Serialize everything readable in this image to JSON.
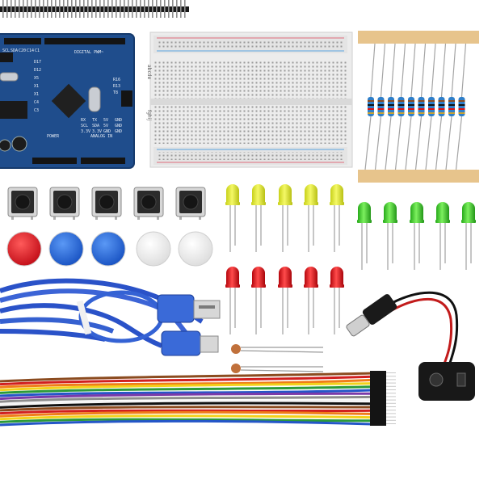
{
  "board": {
    "title": "DIGITAL PWM~",
    "power_label": "POWER",
    "analog_label": "ANALOG IN",
    "pin_labels_top": [
      "SCL",
      "SDA",
      "C20",
      "C14",
      "C1"
    ],
    "pin_labels_side": [
      "D17",
      "D12",
      "X5",
      "X1",
      "X1",
      "C4",
      "C3"
    ],
    "bottom_labels": [
      "RX",
      "TX",
      "5V",
      "GND"
    ],
    "bottom_labels_2": [
      "SCL",
      "SDA",
      "5V",
      "GND"
    ],
    "bottom_labels_3": [
      "3.3V",
      "3.3V",
      "GND",
      "GND"
    ],
    "r_labels": [
      "R16",
      "R13",
      "T8"
    ]
  },
  "breadboard": {
    "side_label_top": "abcde",
    "side_label_bottom": "fghij"
  },
  "colors": {
    "pcb": "#1f4d8c",
    "led_yellow": "#e3ea2b",
    "led_green": "#3fcf2a",
    "led_red": "#e11b1b",
    "cap_red": "#d9202a",
    "cap_blue": "#2a69d6",
    "usb_cable": "#2a52c8",
    "resistor_tape": "#e7c48c"
  },
  "counts": {
    "buttons": 5,
    "caps": 5,
    "leds_per_row": 5,
    "resistors": 10,
    "jumper_wires": 16
  }
}
